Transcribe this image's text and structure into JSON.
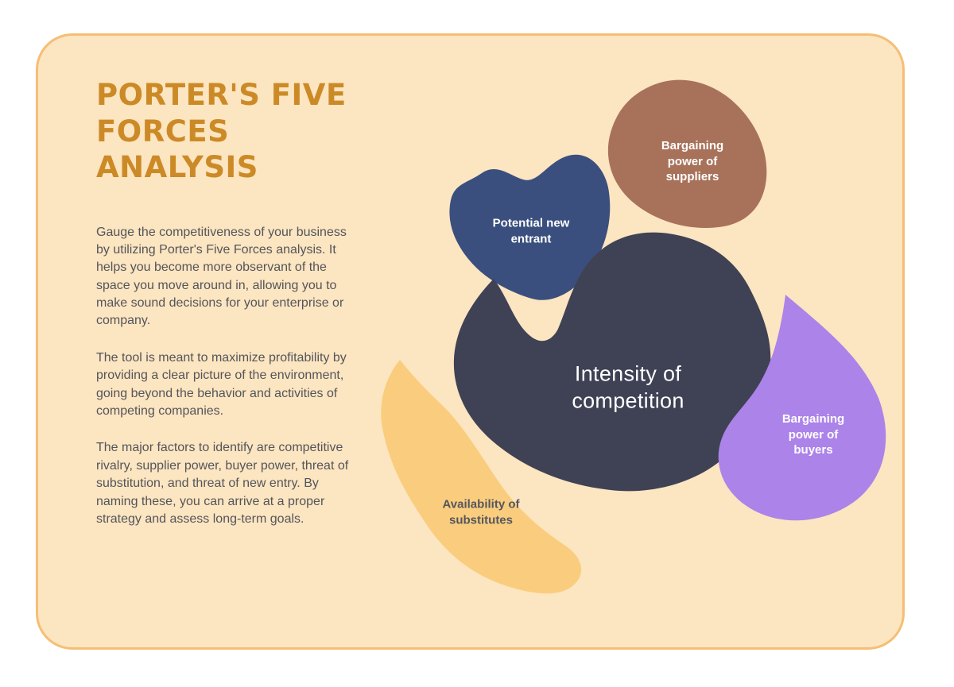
{
  "card": {
    "title": "PORTER'S FIVE FORCES ANALYSIS",
    "paragraphs": [
      "Gauge the competitiveness of your business by utilizing Porter's Five Forces analysis. It helps you become more observant of the space you move around in, allowing you to make sound decisions for your enterprise or company.",
      "The tool is meant to maximize profitability by providing a clear picture of the environment, going beyond the behavior and activities of competing companies.",
      "The major factors to identify are competitive rivalry, supplier power, buyer power, threat of substitution, and threat of new entry. By naming these, you can arrive at a proper strategy and assess long-term goals."
    ]
  },
  "diagram": {
    "blobs": [
      {
        "id": "potential-new-entrant",
        "label": "Potential new entrant",
        "color": "#3A4F7E",
        "text_color": "#FFFFFF"
      },
      {
        "id": "bargaining-power-of-suppliers",
        "label": "Bargaining power of suppliers",
        "color": "#A8725A",
        "text_color": "#FFFFFF"
      },
      {
        "id": "intensity-of-competition",
        "label": "Intensity of competition",
        "color": "#3F4254",
        "text_color": "#FFFFFF"
      },
      {
        "id": "bargaining-power-of-buyers",
        "label": "Bargaining power of buyers",
        "color": "#AC83E8",
        "text_color": "#FFFFFF"
      },
      {
        "id": "availability-of-substitutes",
        "label": "Availability of substitutes",
        "color": "#FACD7E",
        "text_color": "#54565E"
      }
    ]
  },
  "colors": {
    "page_background": "#FFFFFF",
    "card_background": "#FCE5C1",
    "card_border": "#F6BE74",
    "title_text": "#CC8A26",
    "body_text": "#54555A"
  }
}
